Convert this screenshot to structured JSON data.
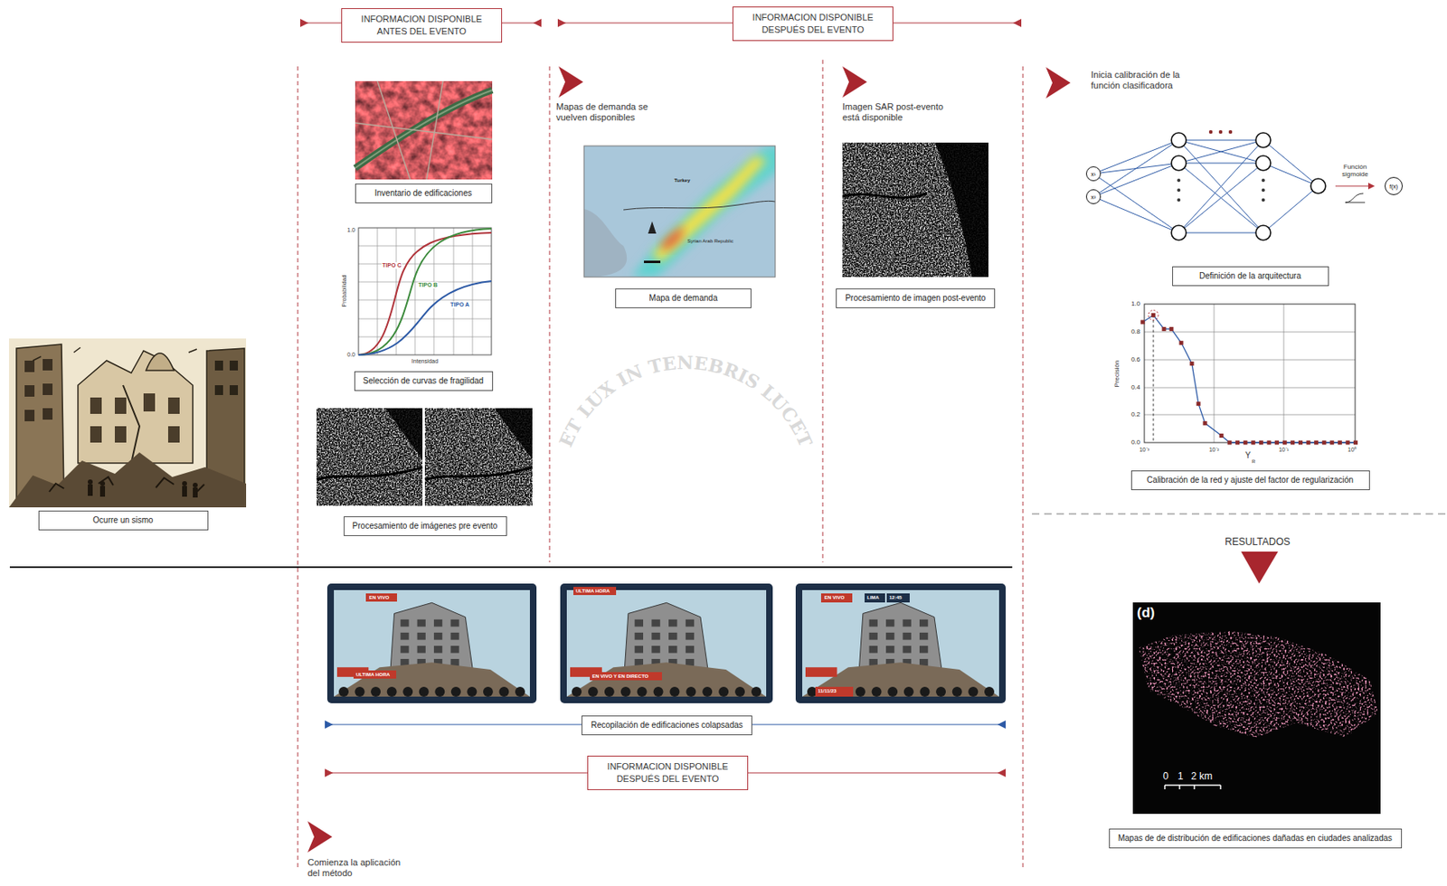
{
  "diagram": {
    "nodes": [
      {
        "text": [
          "INFORMACION DISPONIBLE ANTES DEL EVENTO"
        ]
      },
      {
        "text": [
          "INFORMACION DISPONIBLE DESPUÉS DEL EVENTO"
        ]
      },
      {
        "text": [
          "Inventario de edificaciones"
        ]
      },
      {
        "text": [
          "Mapa de demanda"
        ]
      },
      {
        "text": [
          "Procesamiento de imagen post-evento"
        ]
      },
      {
        "text": [
          "x¹"
        ]
      },
      {
        "text": [
          "x²"
        ]
      },
      {
        "text": [
          "f(x)"
        ]
      },
      {
        "text": [
          "Definición de la arquitectura"
        ]
      },
      {
        "text": [
          "Selección de curvas de fragilidad"
        ]
      },
      {
        "text": [
          "Procesamiento de imágenes pre evento"
        ]
      },
      {
        "text": [
          "Calibración de la red y ajuste del factor de regularización"
        ]
      },
      {
        "text": [
          "Ocurre un sismo"
        ]
      },
      {
        "text": [
          "Recopilación de edificaciones colapsadas"
        ]
      },
      {
        "text": [
          "INFORMACION DISPONIBLE DESPUÉS DEL EVENTO"
        ]
      },
      {
        "text": [
          "Mapas de de distribución de edificaciones dañadas en ciudades analizadas"
        ]
      }
    ],
    "labels": [
      "Mapas de demanda se vuelven disponibles",
      "Imagen SAR post-evento está disponible",
      "Inicia calibración de la función clasificadora",
      "Comienza la aplicación del método",
      "RESULTADOS",
      "Función sigmoide",
      "1.0",
      "0.0",
      "Probabilidad",
      "Intensidad",
      "TIPO C",
      "TIPO B",
      "TIPO A",
      "Turkey",
      "Syrian Arab Republic",
      "1.0",
      "0.8",
      "0.6",
      "0.4",
      "0.2",
      "0.0",
      "10⁻³",
      "10⁻²",
      "10⁻¹",
      "10⁰",
      "Precisión",
      "Y",
      "R",
      "(d)",
      "0",
      "1",
      "2 km",
      "EN VIVO",
      "ULTIMA HORA",
      "ULTIMA HORA",
      "EN VIVO Y EN DIRECTO",
      "EN VIVO",
      "LIMA",
      "12:45",
      "11/11/23",
      "ET LUX IN TENEBRIS LUCET"
    ]
  }
}
